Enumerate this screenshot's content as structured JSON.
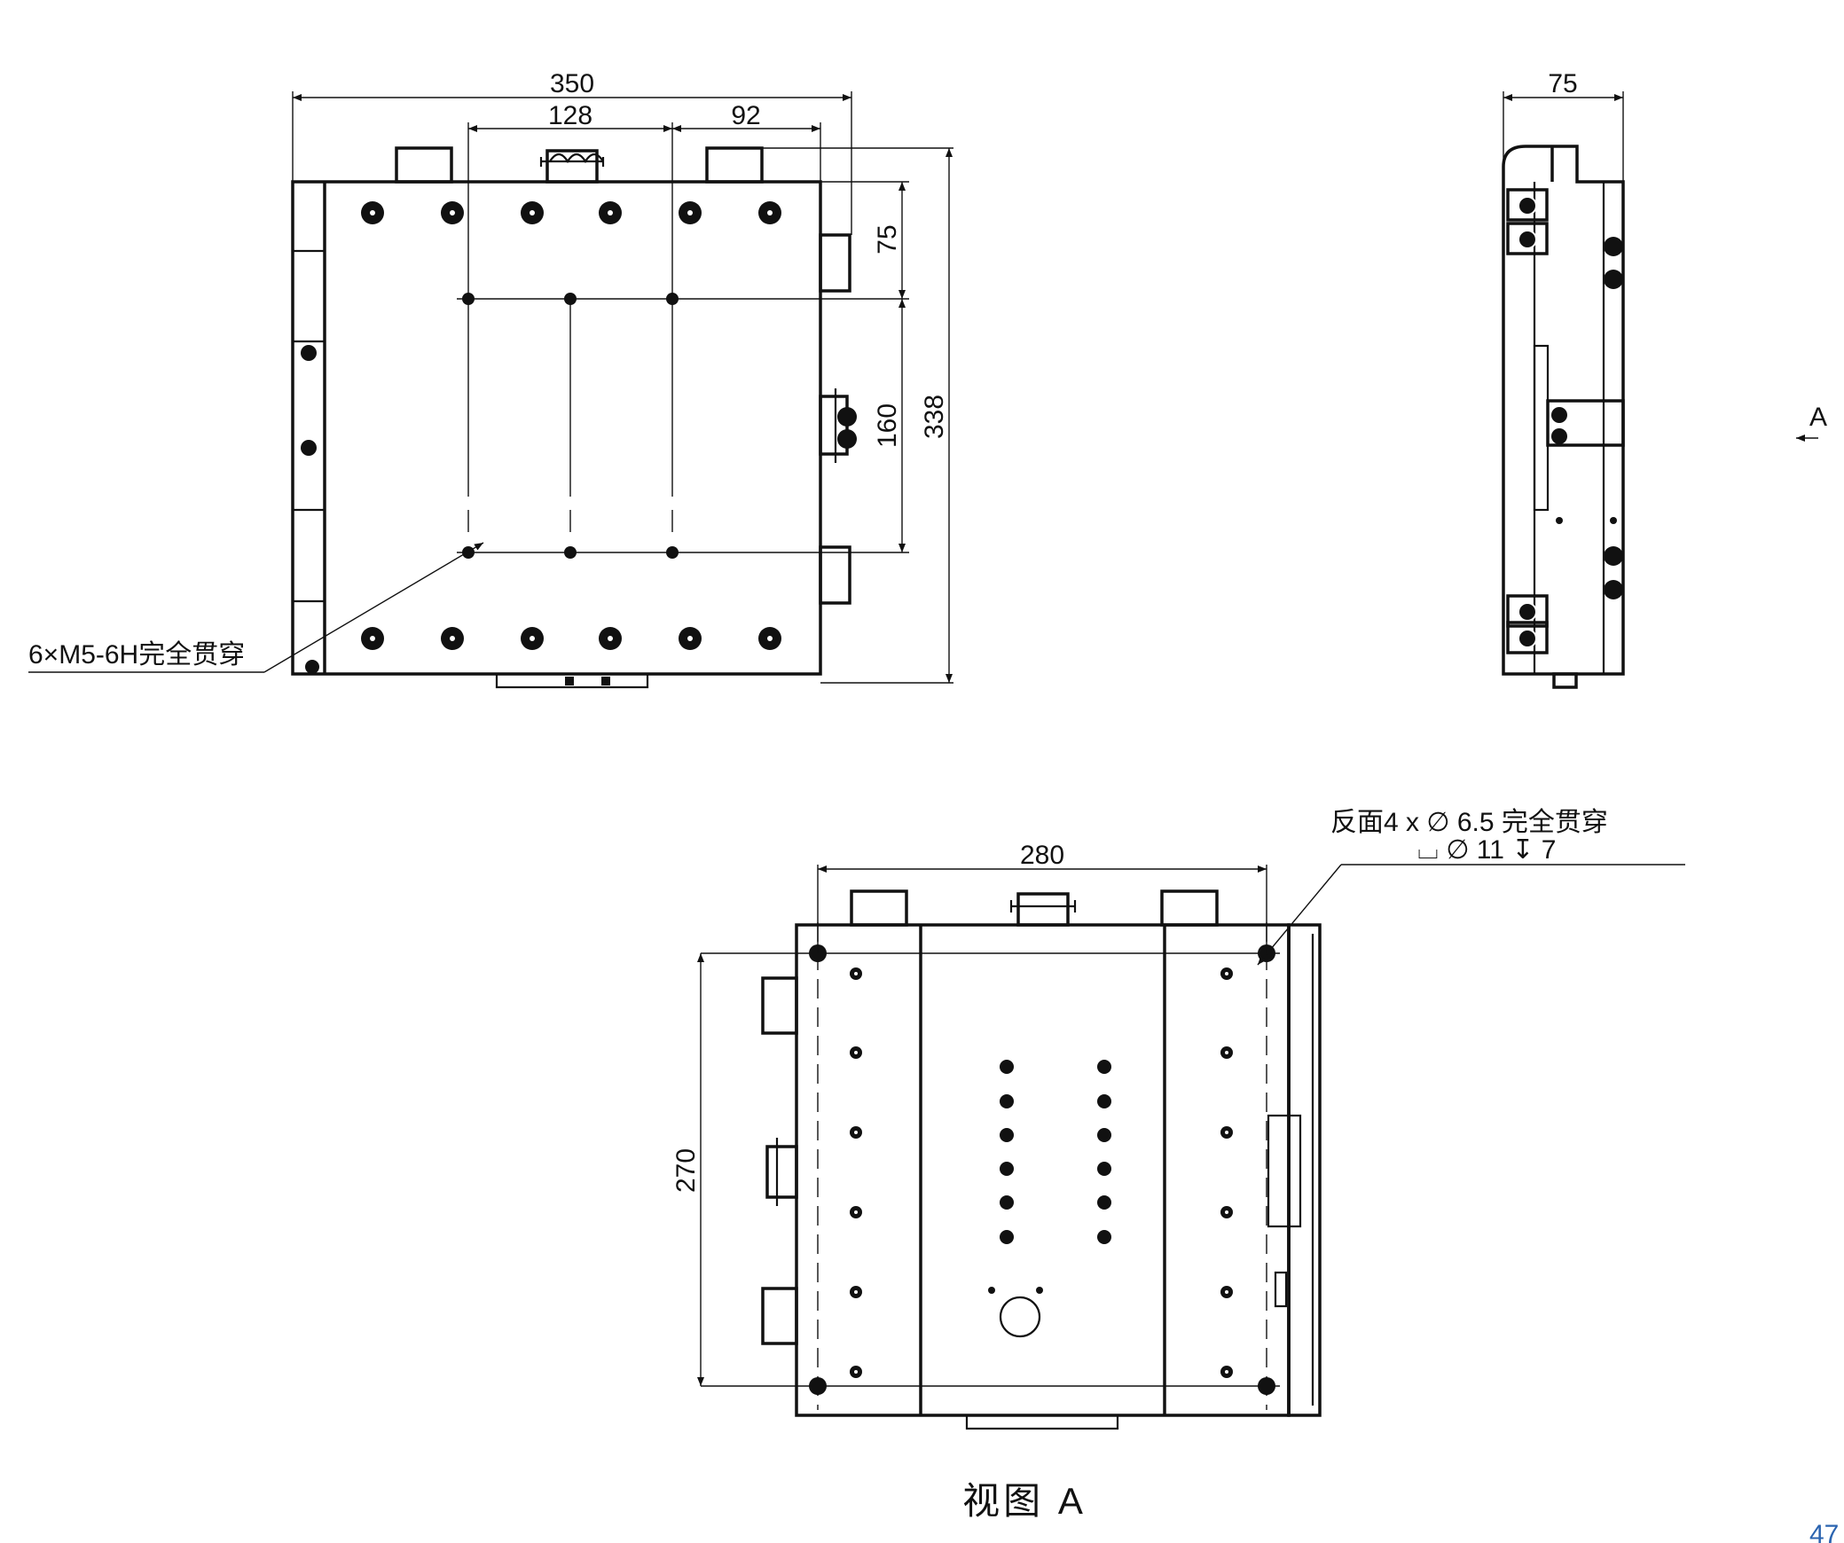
{
  "top_view": {
    "dim_overall_width": "350",
    "dim_hole_spacing_x": "128",
    "dim_right_offset": "92",
    "dim_top_offset": "75",
    "dim_hole_spacing_y": "160",
    "dim_overall_height": "338",
    "hole_callout": "6×M5-6H完全贯穿"
  },
  "side_view": {
    "dim_thickness": "75",
    "view_arrow_label": "A"
  },
  "view_a": {
    "dim_hole_spacing_x": "280",
    "dim_hole_spacing_y": "270",
    "callout_line1": "反面4 x  ∅ 6.5 完全贯穿",
    "callout_line2": "⌴ ∅ 11 ↧ 7",
    "title": "视图 A"
  },
  "page_number": "47"
}
